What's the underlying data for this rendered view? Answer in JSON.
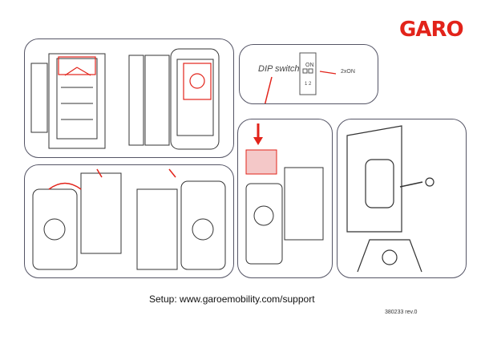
{
  "brand": {
    "logo_text": "GARO",
    "color": "#e2231a"
  },
  "dip_panel": {
    "label": "DIP switch",
    "on_label": "ON",
    "switch_numbers": "1 2",
    "setting": "2xON"
  },
  "footer": {
    "setup_text": "Setup: www.garoemobility.com/support",
    "document_number": "380233 rev.0"
  },
  "colors": {
    "accent": "#e2231a",
    "line": "#333333"
  }
}
